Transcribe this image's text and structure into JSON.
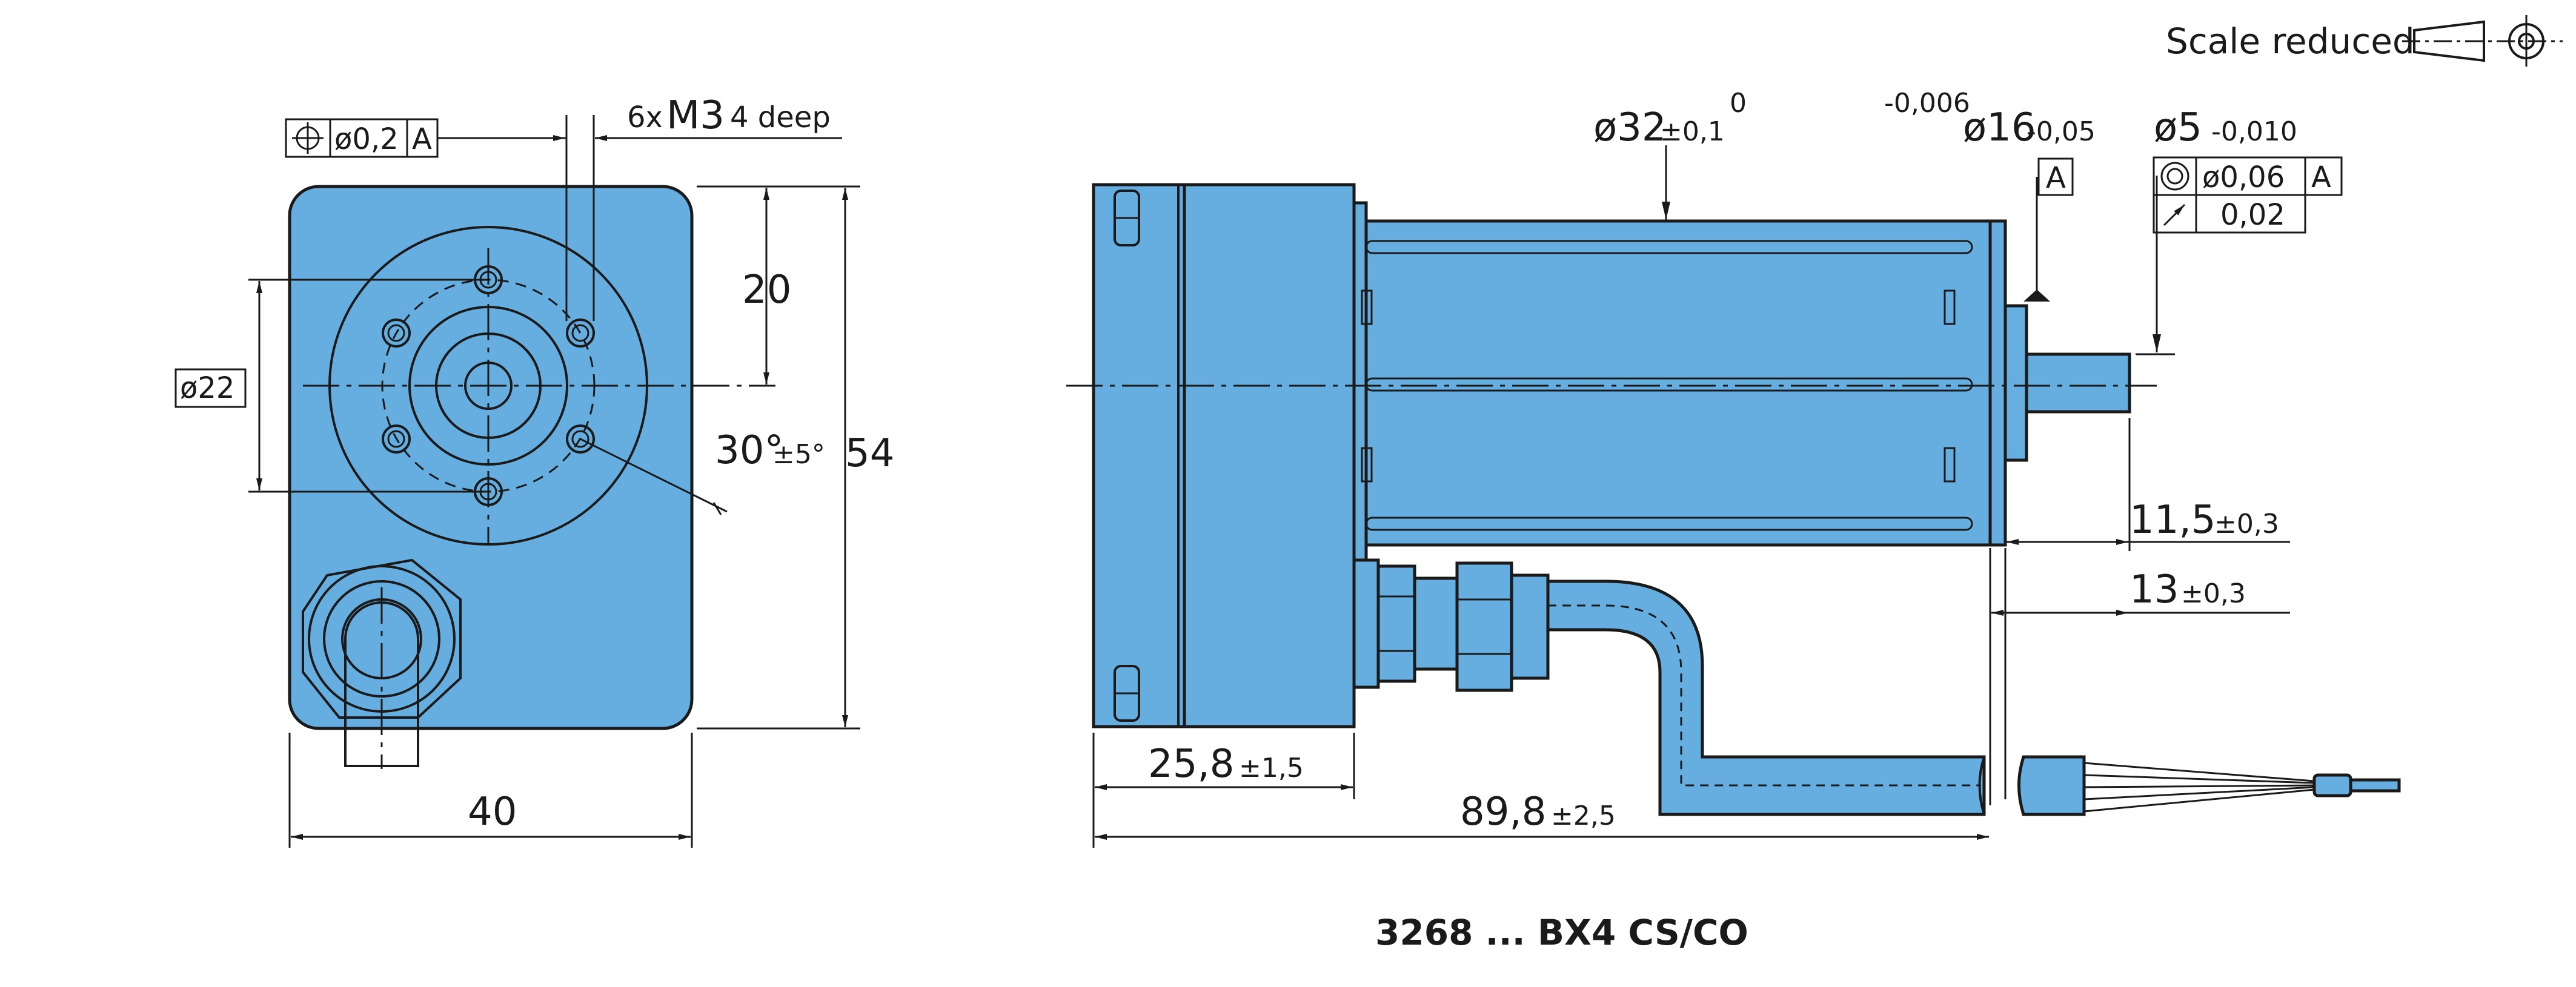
{
  "scale_note": "Scale reduced",
  "product_code": "3268 ... BX4 CS/CO",
  "front_view": {
    "position_tolerance": "ø0,2",
    "datum_ref": "A",
    "thread_callout_prefix": "6x",
    "thread_callout_size": "M3",
    "thread_callout_suffix": "4  deep",
    "dim_20": "20",
    "dim_54": "54",
    "dim_40": "40",
    "dim_d22": "ø22",
    "angle_value": "30°",
    "angle_tol": "±5°"
  },
  "side_view": {
    "d32_value": "ø32",
    "d32_tol": "±0,1",
    "d32_upper": "0",
    "d16_value": "ø16",
    "d16_upper": "-0,006",
    "d16_lower": "-0,05",
    "datum_a": "A",
    "d5_value": "ø5",
    "d5_tol": "-0,010",
    "concentricity_value": "ø0,06",
    "concentricity_datum": "A",
    "runout_value": "0,02",
    "dim_11_5": "11,5",
    "dim_11_5_tol": "±0,3",
    "dim_13": "13",
    "dim_13_tol": "±0,3",
    "dim_25_8": "25,8",
    "dim_25_8_tol": "±1,5",
    "dim_89_8": "89,8",
    "dim_89_8_tol": "±2,5"
  },
  "colors": {
    "motor_body": "#67aee0",
    "outline": "#1a1a1a"
  },
  "icons": [
    "projection-symbol-icon",
    "position-tolerance-icon",
    "concentricity-icon",
    "runout-arrow-icon"
  ]
}
